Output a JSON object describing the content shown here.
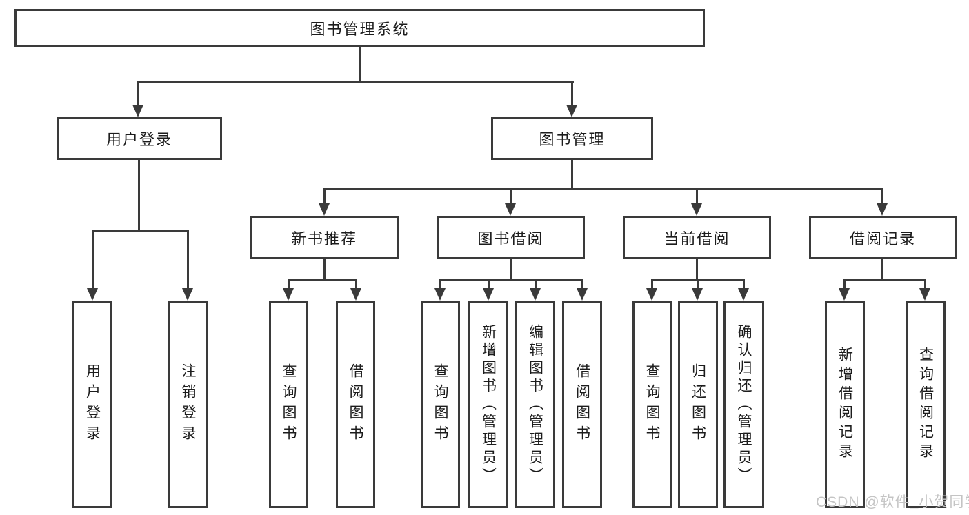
{
  "diagram": {
    "root": {
      "label": "图书管理系统"
    },
    "branches": [
      {
        "label": "用户登录",
        "children": [
          {
            "label": "用户登录"
          },
          {
            "label": "注销登录"
          }
        ]
      },
      {
        "label": "图书管理",
        "groups": [
          {
            "label": "新书推荐",
            "children": [
              {
                "label": "查询图书"
              },
              {
                "label": "借阅图书"
              }
            ]
          },
          {
            "label": "图书借阅",
            "children": [
              {
                "label": "查询图书"
              },
              {
                "label": "新增图书（管理员）"
              },
              {
                "label": "编辑图书（管理员）"
              },
              {
                "label": "借阅图书"
              }
            ]
          },
          {
            "label": "当前借阅",
            "children": [
              {
                "label": "查询图书"
              },
              {
                "label": "归还图书"
              },
              {
                "label": "确认归还（管理员）"
              }
            ]
          },
          {
            "label": "借阅记录",
            "children": [
              {
                "label": "新增借阅记录"
              },
              {
                "label": "查询借阅记录"
              }
            ]
          }
        ]
      }
    ]
  },
  "watermark": {
    "text": "CSDN @软件_小贺同学"
  },
  "colors": {
    "line": "#3a3a3a",
    "box_border": "#3a3a3a",
    "text": "#1c1c1c",
    "watermark": "#c4c4c4",
    "background": "#ffffff"
  }
}
